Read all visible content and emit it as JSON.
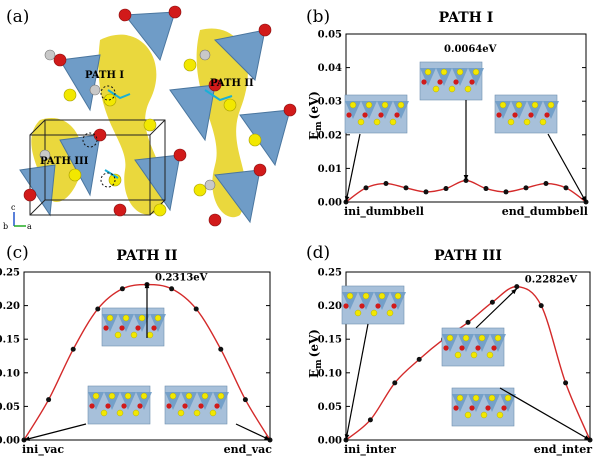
{
  "panels": {
    "a": {
      "letter": "(a)",
      "path_labels": [
        "PATH I",
        "PATH II",
        "PATH III"
      ],
      "axis_labels": [
        "c",
        "b",
        "a"
      ]
    },
    "b": {
      "letter": "(b)"
    },
    "c": {
      "letter": "(c)"
    },
    "d": {
      "letter": "(d)"
    }
  },
  "colors": {
    "curve": "#d42a2a",
    "point": "#111111",
    "polyhedron": "#6f9cc7",
    "oxygen": "#d11a1a",
    "sulfur": "#f2e800",
    "silver": "#c8c8c8",
    "isosurface": "#e7d21c"
  },
  "chart_data": [
    {
      "type": "line",
      "panel": "b",
      "title": "PATH I",
      "ylabel": "E_m (eV)",
      "ylabel_main": "E",
      "ylabel_sub": "m",
      "ylabel_unit": "(eV)",
      "xlabel": "",
      "ylim": [
        0,
        0.05
      ],
      "yticks": [
        "0.00",
        "0.01",
        "0.02",
        "0.03",
        "0.04",
        "0.05"
      ],
      "x_end_labels": [
        "ini_dumbbell",
        "end_dumbbell"
      ],
      "x": [
        0,
        1,
        2,
        3,
        4,
        5,
        6,
        7,
        8,
        9,
        10,
        11,
        12
      ],
      "values": [
        0.0,
        0.0042,
        0.0055,
        0.0042,
        0.003,
        0.004,
        0.0064,
        0.004,
        0.003,
        0.0042,
        0.0055,
        0.0042,
        0.0
      ],
      "annotation": {
        "text": "0.0064eV",
        "x": 6
      },
      "grid": false
    },
    {
      "type": "line",
      "panel": "c",
      "title": "PATH II",
      "ylabel": "E_m (eV)",
      "ylabel_main": "E",
      "ylabel_sub": "m",
      "ylabel_unit": "(eV)",
      "xlabel": "",
      "ylim": [
        0,
        0.25
      ],
      "yticks": [
        "0.00",
        "0.05",
        "0.10",
        "0.15",
        "0.20",
        "0.25"
      ],
      "x_end_labels": [
        "ini_vac",
        "end_vac"
      ],
      "x": [
        0,
        1,
        2,
        3,
        4,
        5,
        6,
        7,
        8,
        9,
        10
      ],
      "values": [
        0.0,
        0.06,
        0.135,
        0.195,
        0.225,
        0.2313,
        0.225,
        0.195,
        0.135,
        0.06,
        0.0
      ],
      "annotation": {
        "text": "0.2313eV",
        "x": 5
      },
      "grid": false
    },
    {
      "type": "line",
      "panel": "d",
      "title": "PATH III",
      "ylabel": "E_m (eV)",
      "ylabel_main": "E",
      "ylabel_sub": "m",
      "ylabel_unit": "(eV)",
      "xlabel": "",
      "ylim": [
        0,
        0.25
      ],
      "yticks": [
        "0.00",
        "0.05",
        "0.10",
        "0.15",
        "0.20",
        "0.25"
      ],
      "x_end_labels": [
        "ini_inter",
        "end_inter"
      ],
      "x": [
        0,
        1,
        2,
        3,
        4,
        5,
        6,
        7,
        8,
        9,
        10
      ],
      "values": [
        0.0,
        0.03,
        0.085,
        0.12,
        0.15,
        0.175,
        0.205,
        0.2282,
        0.2,
        0.085,
        0.0
      ],
      "annotation": {
        "text": "0.2282eV",
        "x": 7
      },
      "grid": false
    }
  ]
}
